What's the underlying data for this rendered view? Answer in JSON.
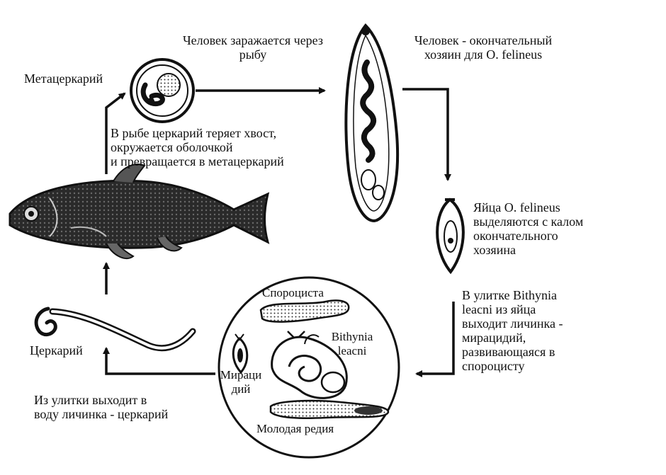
{
  "labels": {
    "metacercaria": "Метацеркарий",
    "infection": [
      "Человек заражается через",
      "рыбу"
    ],
    "definitive_host": [
      "Человек - окончательный",
      "хозяин для  O. felineus"
    ],
    "fish_stage": [
      "В рыбе церкарий теряет хвост,",
      "окружается оболочкой",
      "и превращается в метацеркарий"
    ],
    "eggs": [
      "Яйца O. felineus",
      "выделяются с калом",
      "окончательного",
      "хозяина"
    ],
    "snail_stage": [
      "В улитке Bithynia",
      "leacni из яйца",
      "выходит личинка -",
      "мирацидий,",
      "развивающаяся в",
      "спороцисту"
    ],
    "cercaria": "Церкарий",
    "cercaria_exit": [
      "Из улитки выходит в",
      "воду личинка - церкарий"
    ],
    "sporocyst": "Спороциста",
    "snail_name": [
      "Bithynia",
      "leacni"
    ],
    "miracidium": [
      "Мираци",
      "дий"
    ],
    "redia": "Молодая редия"
  }
}
